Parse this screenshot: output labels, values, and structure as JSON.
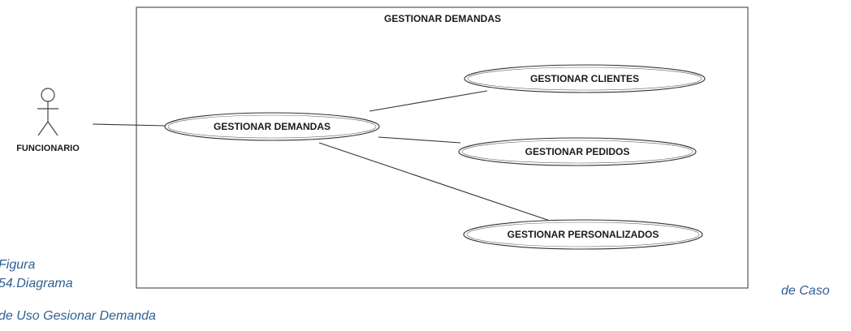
{
  "diagram": {
    "system_title": "GESTIONAR DEMANDAS",
    "actor_label": "FUNCIONARIO",
    "main_use_case": "GESTIONAR DEMANDAS",
    "use_cases": [
      "GESTIONAR CLIENTES",
      "GESTIONAR PEDIDOS",
      "GESTIONAR PERSONALIZADOS"
    ]
  },
  "caption": {
    "line1": "Figura",
    "line2": "54.Diagrama",
    "line3_right": "de Caso",
    "line4": "de Uso Gesionar Demanda"
  },
  "colors": {
    "line": "#333333",
    "caption": "#2e5f8f"
  }
}
